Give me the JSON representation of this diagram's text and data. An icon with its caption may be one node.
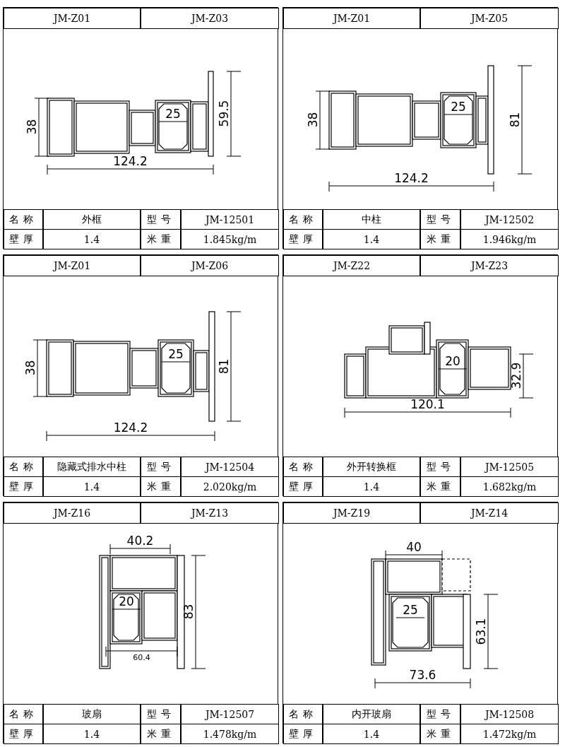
{
  "diagram": {
    "nodes": [
      {
        "text": [
          "JM-Z01",
          "JM-Z03",
          "名称",
          "外框",
          "型号",
          "JM-12501",
          "壁厚",
          "1.4",
          "米重",
          "1.845kg/m"
        ]
      },
      {
        "text": [
          "JM-Z01",
          "JM-Z05",
          "名称",
          "中柱",
          "型号",
          "JM-12502",
          "壁厚",
          "1.4",
          "米重",
          "1.946kg/m"
        ]
      },
      {
        "text": [
          "JM-Z01",
          "JM-Z06",
          "名称",
          "隐藏式排水中柱",
          "型号",
          "JM-12504",
          "壁厚",
          "1.4",
          "米重",
          "2.020kg/m"
        ]
      },
      {
        "text": [
          "JM-Z22",
          "JM-Z23",
          "名称",
          "外开转换框",
          "型号",
          "JM-12505",
          "壁厚",
          "1.4",
          "米重",
          "1.682kg/m"
        ]
      },
      {
        "text": [
          "JM-Z16",
          "JM-Z13",
          "名称",
          "玻扇",
          "型号",
          "JM-12507",
          "壁厚",
          "1.4",
          "米重",
          "1.478kg/m"
        ]
      },
      {
        "text": [
          "JM-Z19",
          "JM-Z14",
          "名称",
          "内开玻扇",
          "型号",
          "JM-12508",
          "壁厚",
          "1.4",
          "米重",
          "1.472kg/m"
        ]
      }
    ],
    "labels": [
      "38",
      "25",
      "59.5",
      "124.2",
      "38",
      "25",
      "81",
      "124.2",
      "38",
      "25",
      "81",
      "124.2",
      "20",
      "32.9",
      "120.1",
      "40.2",
      "20",
      "83",
      "60.4",
      "40",
      "25",
      "63.1",
      "73.6"
    ]
  }
}
